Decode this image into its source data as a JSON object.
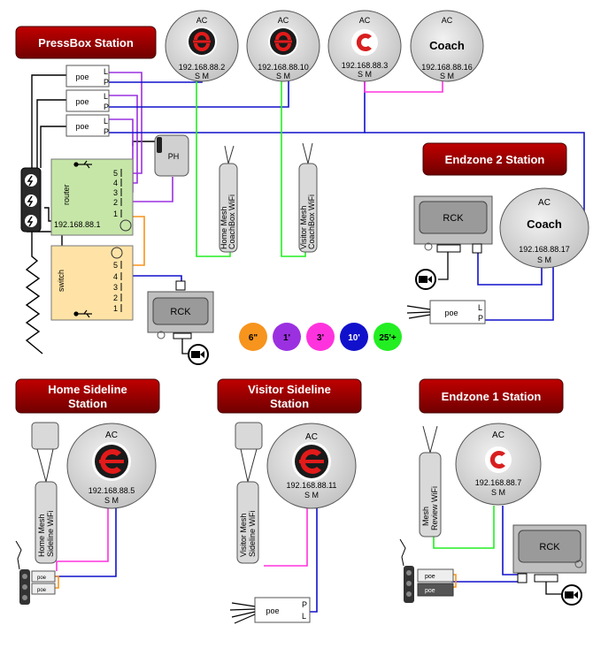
{
  "stations": {
    "pressbox": {
      "title": "PressBox Station"
    },
    "endzone2": {
      "title": "Endzone 2 Station"
    },
    "home_sideline": {
      "title_line1": "Home Sideline",
      "title_line2": "Station"
    },
    "visitor_sideline": {
      "title_line1": "Visitor Sideline",
      "title_line2": "Station"
    },
    "endzone1": {
      "title": "Endzone 1 Station"
    }
  },
  "ac_units": [
    {
      "label": "AC",
      "ip": "192.168.88.2",
      "ports": "S M"
    },
    {
      "label": "AC",
      "ip": "192.168.88.10",
      "ports": "S M"
    },
    {
      "label": "AC",
      "ip": "192.168.88.3",
      "ports": "S M"
    },
    {
      "label": "AC",
      "coach": "Coach",
      "ip": "192.168.88.16",
      "ports": "S M"
    },
    {
      "label": "AC",
      "coach": "Coach",
      "ip": "192.168.88.17",
      "ports": "S M"
    },
    {
      "label": "AC",
      "ip": "192.168.88.5",
      "ports": "S M"
    },
    {
      "label": "AC",
      "ip": "192.168.88.11",
      "ports": "S M"
    },
    {
      "label": "AC",
      "ip": "192.168.88.7",
      "ports": "S M"
    }
  ],
  "poe": {
    "label": "poe",
    "port_l": "L",
    "port_p": "P"
  },
  "router": {
    "label": "router",
    "ip": "192.168.88.1",
    "ports": [
      "5",
      "4",
      "3",
      "2",
      "1"
    ]
  },
  "switch": {
    "label": "switch",
    "ports": [
      "5",
      "4",
      "3",
      "2",
      "1"
    ]
  },
  "ph": {
    "label": "PH"
  },
  "rck": {
    "label": "RCK"
  },
  "wifi": {
    "home_mesh_coachbox": {
      "line1": "Home Mesh",
      "line2": "CoachBox WiFi"
    },
    "visitor_mesh_coachbox": {
      "line1": "Visitor Mesh",
      "line2": "CoachBox WiFi"
    },
    "home_mesh_sideline": {
      "line1": "Home Mesh",
      "line2": "Sideline WiFi"
    },
    "visitor_mesh_sideline": {
      "line1": "Visitor Mesh",
      "line2": "Sideline WiFi"
    },
    "mesh_review": {
      "line1": "Mesh",
      "line2": "Review WiFi"
    }
  },
  "legend": [
    {
      "label": "6\"",
      "color": "#f7941d"
    },
    {
      "label": "1'",
      "color": "#9b30e0"
    },
    {
      "label": "3'",
      "color": "#ff33dd"
    },
    {
      "label": "10'",
      "color": "#1111cc"
    },
    {
      "label": "25'+",
      "color": "#22ee22"
    }
  ],
  "colors": {
    "banner": "#8b0000",
    "ac_fill": "#d9d9d9",
    "router_fill": "#c6e6a8",
    "switch_fill": "#ffe3a6",
    "cable_orange": "#f7941d",
    "cable_purple": "#9b30e0",
    "cable_magenta": "#ff33dd",
    "cable_blue": "#1111cc",
    "cable_green": "#22ee22"
  }
}
